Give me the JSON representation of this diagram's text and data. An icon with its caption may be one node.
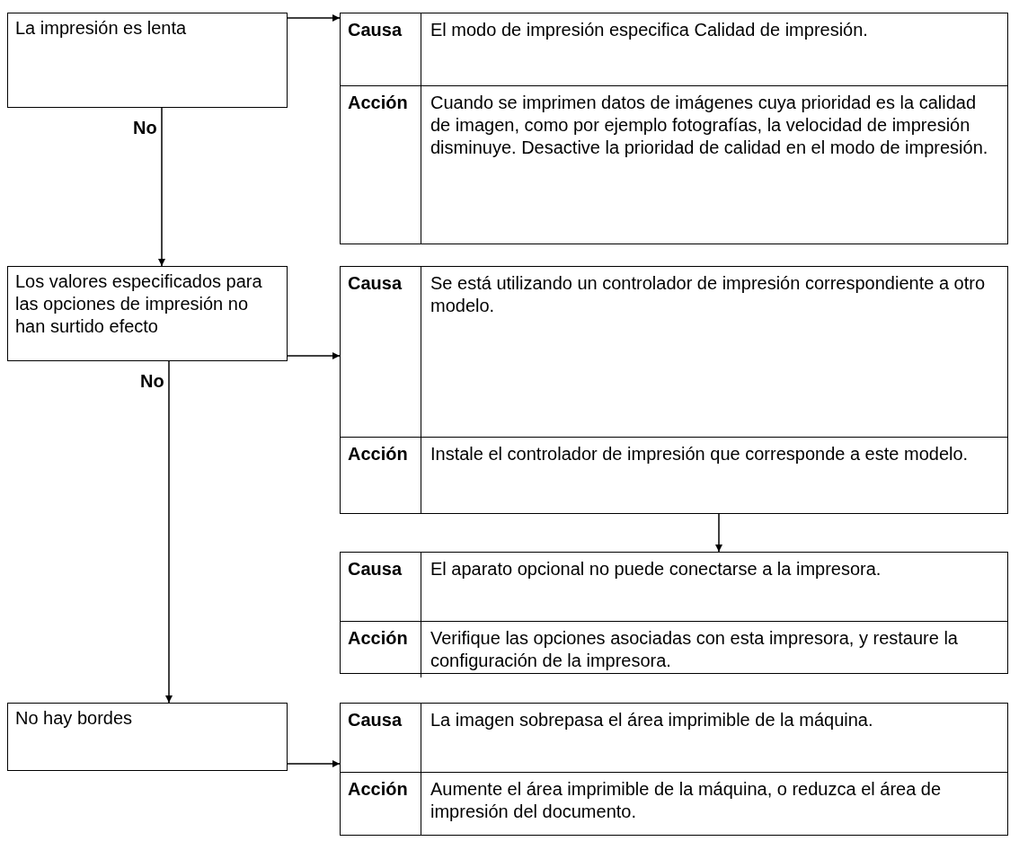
{
  "diagram": {
    "nodes": [
      {
        "text": [
          "La impresión es lenta"
        ]
      },
      {
        "text": [
          "Causa",
          "El modo de impresión especifica Calidad de impresión.",
          "Acción",
          "Cuando se imprimen datos de imágenes cuya prioridad es la calidad de imagen, como por ejemplo fotografías, la velocidad de impresión disminuye. Desactive la prioridad de calidad en el modo de impresión."
        ]
      },
      {
        "text": [
          "Los valores especificados para las opciones de impresión no han surtido efecto"
        ]
      },
      {
        "text": [
          "Causa",
          "Se está utilizando un controlador de impresión correspondiente a otro modelo.",
          "Acción",
          "Instale el controlador de impresión que corresponde a este modelo."
        ]
      },
      {
        "text": [
          "Causa",
          "El aparato opcional no puede conectarse a la impresora.",
          "Acción",
          "Verifique las opciones asociadas con esta impresora, y restaure la configuración de la impresora."
        ]
      },
      {
        "text": [
          "No hay bordes"
        ]
      },
      {
        "text": [
          "Causa",
          "La imagen sobrepasa el área imprimible de la máquina.",
          "Acción",
          "Aumente el área imprimible de la máquina, o reduzca el área de impresión del documento."
        ]
      }
    ],
    "edges": [
      {
        "from": 0,
        "to": 1,
        "arrow": "to"
      },
      {
        "from": 0,
        "to": 2,
        "arrow": "to",
        "label": "No"
      },
      {
        "from": 2,
        "to": 3,
        "arrow": "to"
      },
      {
        "from": 3,
        "to": 4,
        "arrow": "to"
      },
      {
        "from": 2,
        "to": 5,
        "arrow": "to",
        "label": "No"
      },
      {
        "from": 5,
        "to": 6,
        "arrow": "to"
      }
    ]
  }
}
